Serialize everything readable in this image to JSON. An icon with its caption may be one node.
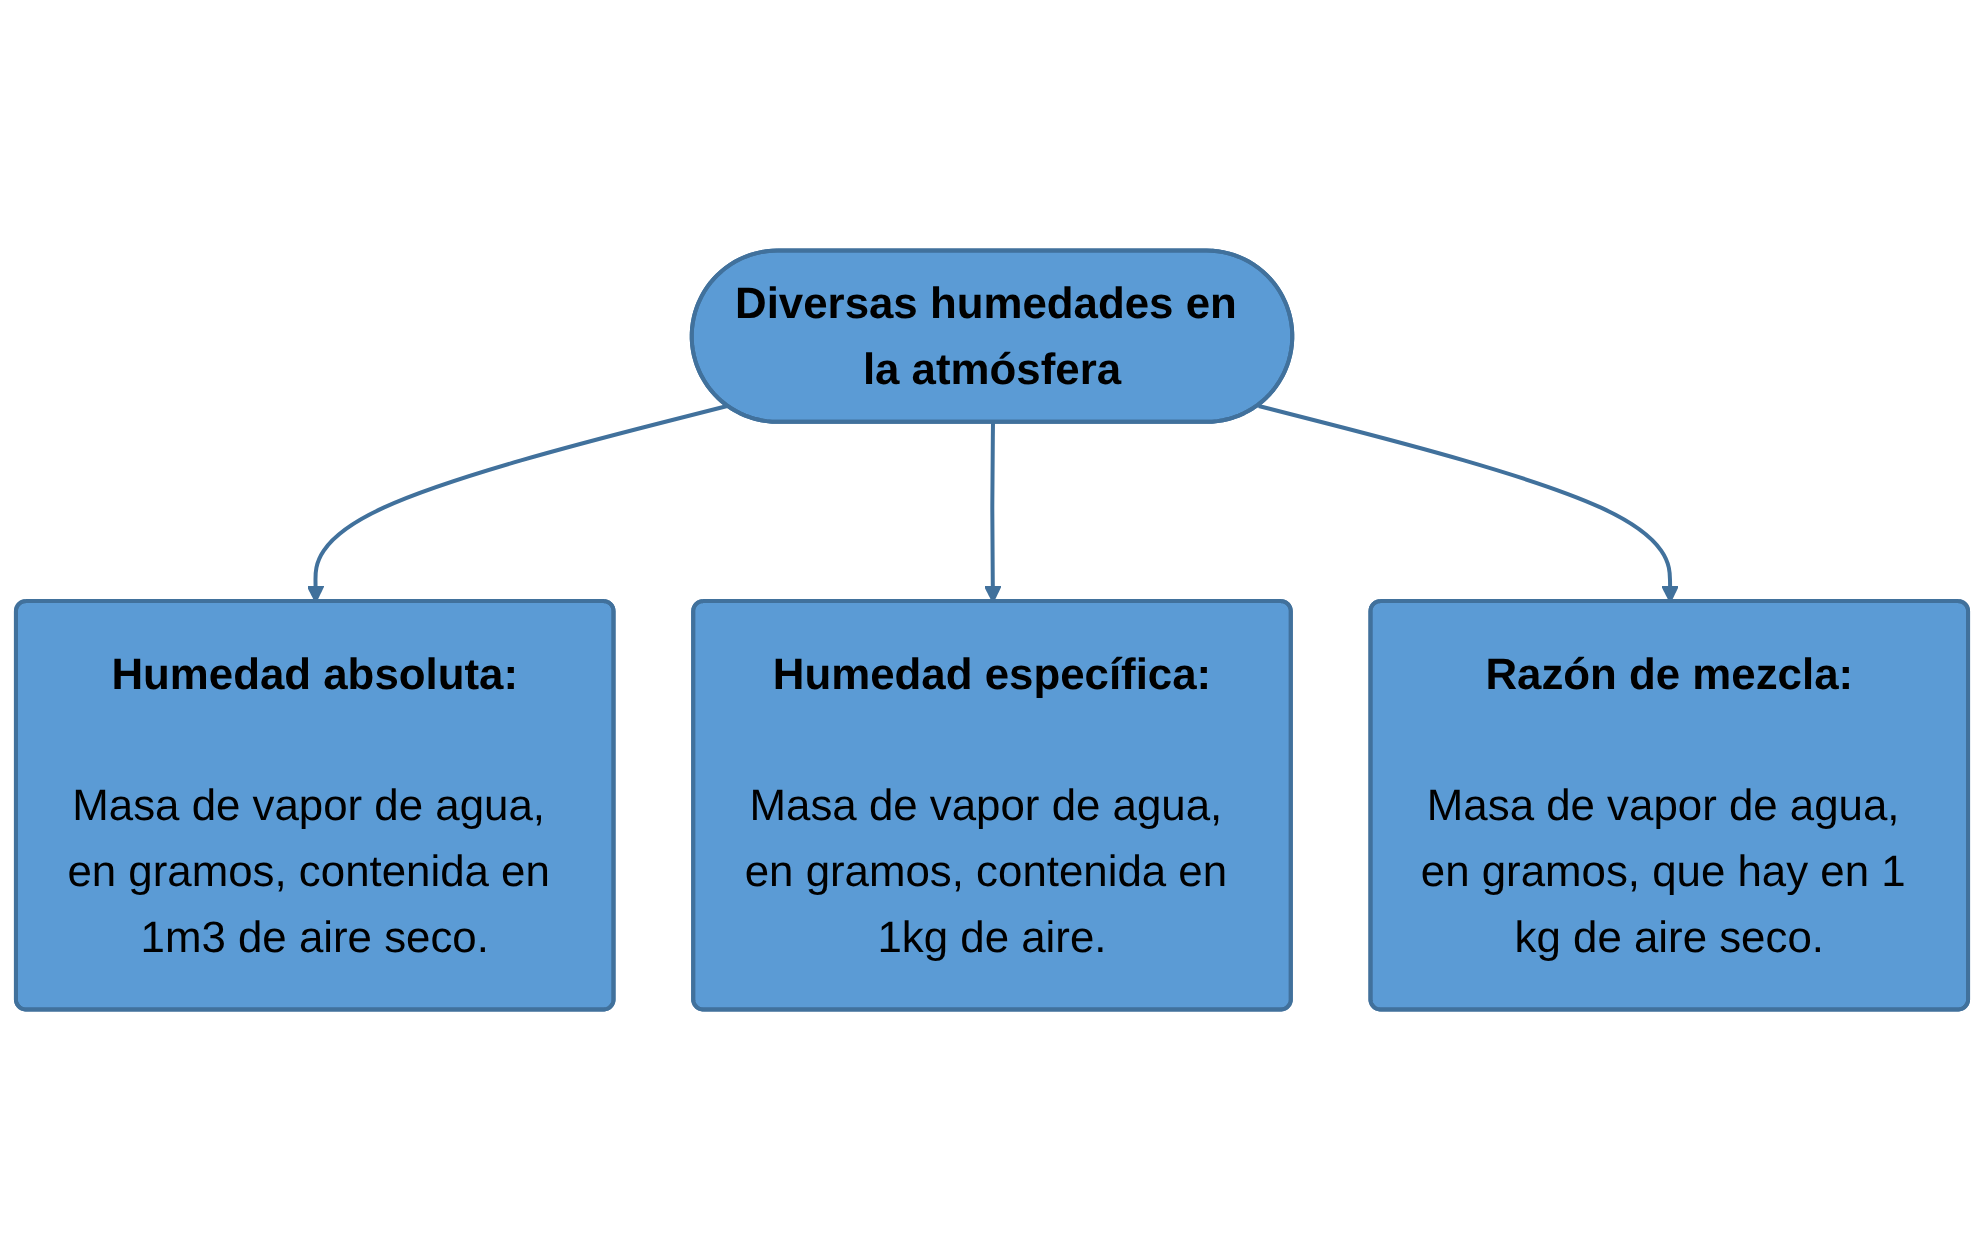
{
  "diagram": {
    "nodes": [
      {
        "text": [
          "Diversas humedades en la atmósfera"
        ]
      },
      {
        "text": [
          "Humedad absoluta:",
          "Masa de vapor de agua, en gramos, contenida en 1m3 de aire seco."
        ]
      },
      {
        "text": [
          "Humedad específica:",
          "Masa de vapor de agua, en gramos, contenida en 1kg de aire."
        ]
      },
      {
        "text": [
          "Razón de mezcla:",
          "Masa de vapor de agua, en gramos, que hay en 1 kg de aire seco."
        ]
      }
    ],
    "edges": [
      {
        "from": 0,
        "to": 1,
        "arrow": "to"
      },
      {
        "from": 0,
        "to": 2,
        "arrow": "to"
      },
      {
        "from": 0,
        "to": 3,
        "arrow": "to"
      }
    ]
  }
}
